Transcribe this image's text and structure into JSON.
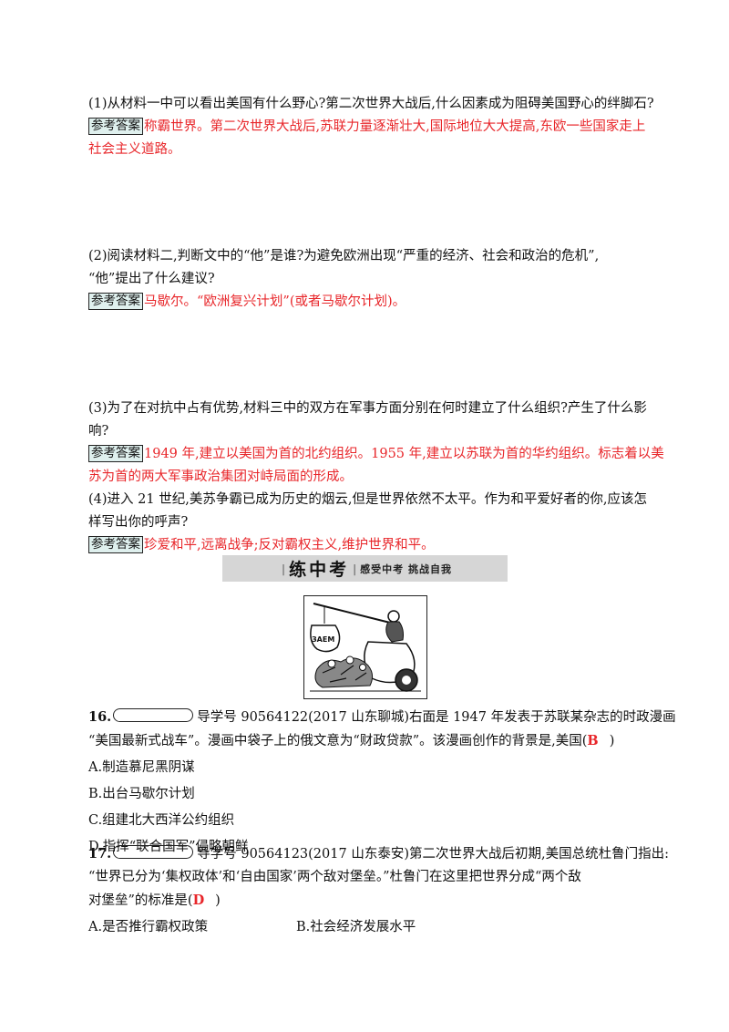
{
  "answer_tag": "参考答案",
  "q1": {
    "question": "(1)从材料一中可以看出美国有什么野心?第二次世界大战后,什么因素成为阻碍美国野心的绊脚石?",
    "answer_l1": "称霸世界。第二次世界大战后,苏联力量逐渐壮大,国际地位大大提高,东欧一些国家走上",
    "answer_l2": "社会主义道路。"
  },
  "q2": {
    "question_l1": "(2)阅读材料二,判断文中的“他”是谁?为避免欧洲出现“严重的经济、社会和政治的危机”,",
    "question_l2": "“他”提出了什么建议?",
    "answer": "马歇尔。“欧洲复兴计划”(或者马歇尔计划)。"
  },
  "q3": {
    "question_l1": "(3)为了在对抗中占有优势,材料三中的双方在军事方面分别在何时建立了什么组织?产生了什么影",
    "question_l2": "响?",
    "answer_l1": "1949 年,建立以美国为首的北约组织。1955 年,建立以苏联为首的华约组织。标志着以美",
    "answer_l2": "苏为首的两大军事政治集团对峙局面的形成。"
  },
  "q4": {
    "question_l1": "(4)进入 21 世纪,美苏争霸已成为历史的烟云,但是世界依然不太平。作为和平爱好者的你,应该怎",
    "question_l2": "样写出你的呼声?",
    "answer": "珍爱和平,远离战争;反对霸权主义,维护世界和平。"
  },
  "banner": {
    "title": "练中考",
    "subtitle": "感受中考  挑战自我"
  },
  "cartoon": {
    "sack_text": "ЗАЕМ"
  },
  "q16": {
    "number": "16.",
    "text_l1": "导学号 90564122(2017 山东聊城)右面是 1947 年发表于苏联某杂志的时政漫画",
    "text_l2a": "“美国最新式战车”。漫画中袋子上的俄文意为“财政贷款”。该漫画创作的背景是,美国(",
    "selected": "B",
    "close": ")",
    "options": [
      "A.制造慕尼黑阴谋",
      "B.出台马歇尔计划",
      "C.组建北大西洋公约组织",
      "D.指挥“联合国军”侵略朝鲜"
    ]
  },
  "q17": {
    "number": "17.",
    "text_l1": "导学号 90564123(2017 山东泰安)第二次世界大战后初期,美国总统杜鲁门指出:",
    "text_l2": "“世界已分为‘集权政体’和‘自由国家’两个敌对堡垒。”杜鲁门在这里把世界分成“两个敌",
    "text_l3a": "对堡垒”的标准是(",
    "selected": "D",
    "close": ")",
    "option_a": "A.是否推行霸权政策",
    "option_b": "B.社会经济发展水平"
  }
}
